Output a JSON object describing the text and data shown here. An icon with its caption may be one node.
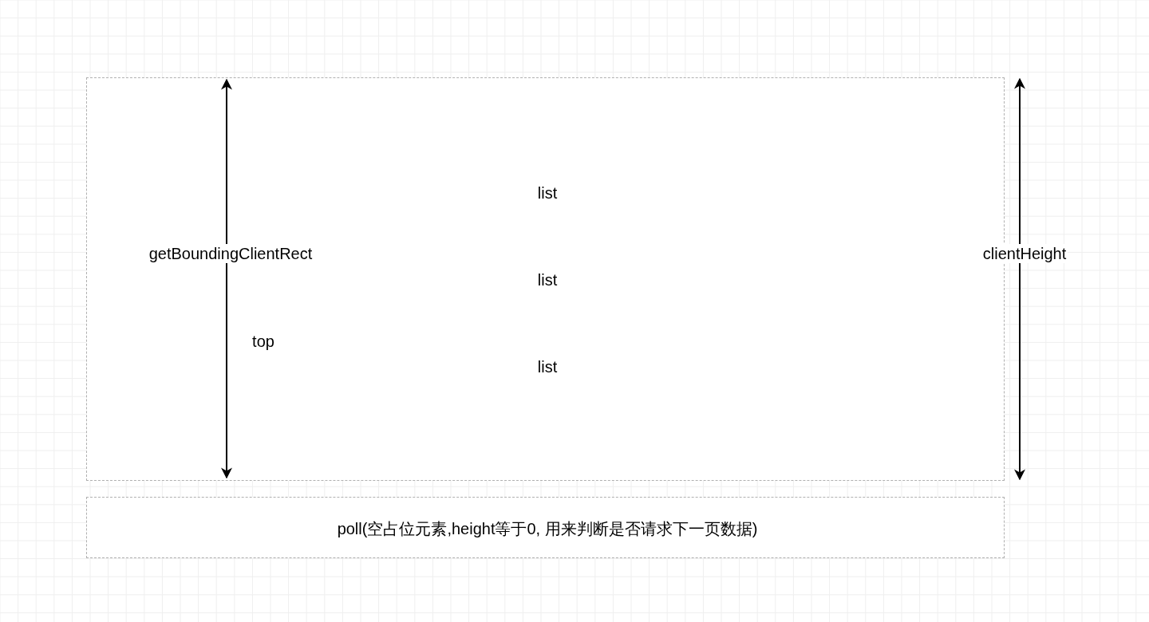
{
  "diagram": {
    "nodes": [
      {
        "text": [
          "list",
          "list",
          "list"
        ]
      },
      {
        "text": [
          "poll(空占位元素,height等于0, 用来判断是否请求下一页数据)"
        ]
      }
    ],
    "edges": [],
    "labels": [
      "getBoundingClientRect",
      "top",
      "clientHeight"
    ]
  }
}
